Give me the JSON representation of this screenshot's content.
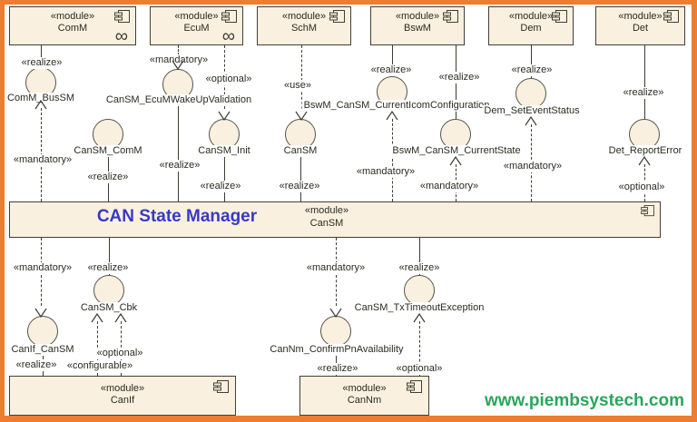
{
  "labels": {
    "module": "«module»",
    "realize": "«realize»",
    "mandatory": "«mandatory»",
    "optional": "«optional»",
    "use": "«use»",
    "configurable": "«configurable»"
  },
  "modules": {
    "comm": "ComM",
    "ecum": "EcuM",
    "schm": "SchM",
    "bswm": "BswM",
    "dem": "Dem",
    "det": "Det",
    "canif": "CanIf",
    "cannm": "CanNm"
  },
  "main": {
    "title": "CAN State Manager",
    "name": "CanSM"
  },
  "interfaces": {
    "comm_bussm": "ComM_BusSM",
    "cansm_ecum_wakeup": "CanSM_EcuMWakeUpValidation",
    "cansm_comm": "CanSM_ComM",
    "cansm_init": "CanSM_Init",
    "cansm": "CanSM",
    "bswm_icom": "BswM_CanSM_CurrentIcomConfiguration",
    "bswm_state": "BswM_CanSM_CurrentState",
    "dem_set": "Dem_SetEventStatus",
    "det_report": "Det_ReportError",
    "cansm_cbk": "CanSM_Cbk",
    "canif_cansm": "CanIf_CanSM",
    "cansm_tx": "CanSM_TxTimeoutException",
    "cannm_confirm": "CanNm_ConfirmPnAvailability"
  },
  "watermark": {
    "text": "www.piembsystech.com"
  },
  "colors": {
    "frame_orange": "#ee7c31",
    "box_fill": "#faf0e0",
    "box_border": "#3f3f35",
    "title_blue": "#3939c6",
    "watermark_green": "#2aa65c"
  },
  "relations": [
    {
      "from": "ComM",
      "to": "ComM_BusSM",
      "stereotype": "realize",
      "line": "solid"
    },
    {
      "from": "CanSM",
      "to": "ComM_BusSM",
      "stereotype": "mandatory",
      "line": "dashed-arrow"
    },
    {
      "from": "EcuM",
      "to": "CanSM_EcuMWakeUpValidation",
      "stereotype": "mandatory",
      "line": "dashed-arrow"
    },
    {
      "from": "CanSM",
      "to": "CanSM_EcuMWakeUpValidation",
      "stereotype": "realize",
      "line": "solid"
    },
    {
      "from": "EcuM",
      "to": "CanSM_Init",
      "stereotype": "optional",
      "line": "dashed-arrow"
    },
    {
      "from": "CanSM",
      "to": "CanSM_Init",
      "stereotype": "realize",
      "line": "solid"
    },
    {
      "from": "SchM",
      "to": "CanSM",
      "stereotype": "use",
      "line": "dashed-arrow"
    },
    {
      "from": "CanSM",
      "to": "CanSM",
      "stereotype": "realize",
      "line": "solid"
    },
    {
      "from": "CanSM",
      "to": "CanSM_ComM",
      "stereotype": "realize",
      "line": "solid"
    },
    {
      "from": "BswM",
      "to": "BswM_CanSM_CurrentIcomConfiguration",
      "stereotype": "realize",
      "line": "solid"
    },
    {
      "from": "CanSM",
      "to": "BswM_CanSM_CurrentIcomConfiguration",
      "stereotype": "mandatory",
      "line": "dashed-arrow"
    },
    {
      "from": "BswM",
      "to": "BswM_CanSM_CurrentState",
      "stereotype": "realize",
      "line": "solid"
    },
    {
      "from": "CanSM",
      "to": "BswM_CanSM_CurrentState",
      "stereotype": "mandatory",
      "line": "dashed-arrow"
    },
    {
      "from": "Dem",
      "to": "Dem_SetEventStatus",
      "stereotype": "realize",
      "line": "solid"
    },
    {
      "from": "CanSM",
      "to": "Dem_SetEventStatus",
      "stereotype": "mandatory",
      "line": "dashed-arrow"
    },
    {
      "from": "Det",
      "to": "Det_ReportError",
      "stereotype": "realize",
      "line": "solid"
    },
    {
      "from": "CanSM",
      "to": "Det_ReportError",
      "stereotype": "optional",
      "line": "dashed-arrow"
    },
    {
      "from": "CanSM",
      "to": "CanIf_CanSM",
      "stereotype": "mandatory",
      "line": "dashed-arrow"
    },
    {
      "from": "CanIf",
      "to": "CanIf_CanSM",
      "stereotype": "realize",
      "line": "solid"
    },
    {
      "from": "CanSM",
      "to": "CanSM_Cbk",
      "stereotype": "realize",
      "line": "solid"
    },
    {
      "from": "CanIf",
      "to": "CanSM_Cbk",
      "stereotype": "configurable",
      "line": "dashed-arrow"
    },
    {
      "from": "CanIf",
      "to": "CanSM_Cbk",
      "stereotype": "optional",
      "line": "dashed-arrow"
    },
    {
      "from": "CanSM",
      "to": "CanNm_ConfirmPnAvailability",
      "stereotype": "mandatory",
      "line": "dashed-arrow"
    },
    {
      "from": "CanNm",
      "to": "CanNm_ConfirmPnAvailability",
      "stereotype": "realize",
      "line": "solid"
    },
    {
      "from": "CanSM",
      "to": "CanSM_TxTimeoutException",
      "stereotype": "realize",
      "line": "solid"
    },
    {
      "from": "CanNm",
      "to": "CanSM_TxTimeoutException",
      "stereotype": "optional",
      "line": "dashed-arrow"
    }
  ]
}
